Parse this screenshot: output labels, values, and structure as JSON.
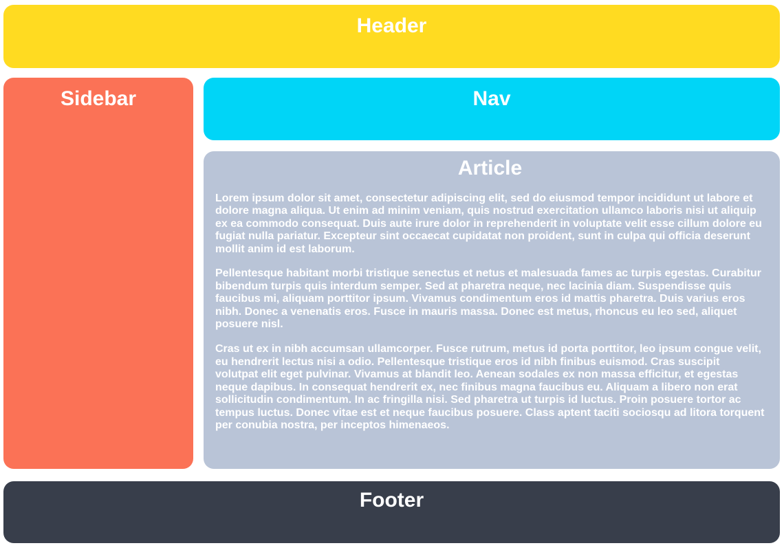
{
  "header": {
    "title": "Header",
    "bg": "#ffdb21"
  },
  "sidebar": {
    "title": "Sidebar",
    "bg": "#fb7256"
  },
  "nav": {
    "title": "Nav",
    "bg": "#00d5f7"
  },
  "article": {
    "title": "Article",
    "bg": "#b9c4d7",
    "paragraphs": [
      "Lorem ipsum dolor sit amet, consectetur adipiscing elit, sed do eiusmod tempor incididunt ut labore et dolore magna aliqua. Ut enim ad minim veniam, quis nostrud exercitation ullamco laboris nisi ut aliquip ex ea commodo consequat. Duis aute irure dolor in reprehenderit in voluptate velit esse cillum dolore eu fugiat nulla pariatur. Excepteur sint occaecat cupidatat non proident, sunt in culpa qui officia deserunt mollit anim id est laborum.",
      "Pellentesque habitant morbi tristique senectus et netus et malesuada fames ac turpis egestas. Curabitur bibendum turpis quis interdum semper. Sed at pharetra neque, nec lacinia diam. Suspendisse quis faucibus mi, aliquam porttitor ipsum. Vivamus condimentum eros id mattis pharetra. Duis varius eros nibh. Donec a venenatis eros. Fusce in mauris massa. Donec est metus, rhoncus eu leo sed, aliquet posuere nisl.",
      "Cras ut ex in nibh accumsan ullamcorper. Fusce rutrum, metus id porta porttitor, leo ipsum congue velit, eu hendrerit lectus nisi a odio. Pellentesque tristique eros id nibh finibus euismod. Cras suscipit volutpat elit eget pulvinar. Vivamus at blandit leo. Aenean sodales ex non massa efficitur, et egestas neque dapibus. In consequat hendrerit ex, nec finibus magna faucibus eu. Aliquam a libero non erat sollicitudin condimentum. In ac fringilla nisi. Sed pharetra ut turpis id luctus. Proin posuere tortor ac tempus luctus. Donec vitae est et neque faucibus posuere. Class aptent taciti sociosqu ad litora torquent per conubia nostra, per inceptos himenaeos."
    ]
  },
  "footer": {
    "title": "Footer",
    "bg": "#383e4b"
  },
  "colors": {
    "page_background": "#ffffff",
    "text": "#ffffff"
  }
}
